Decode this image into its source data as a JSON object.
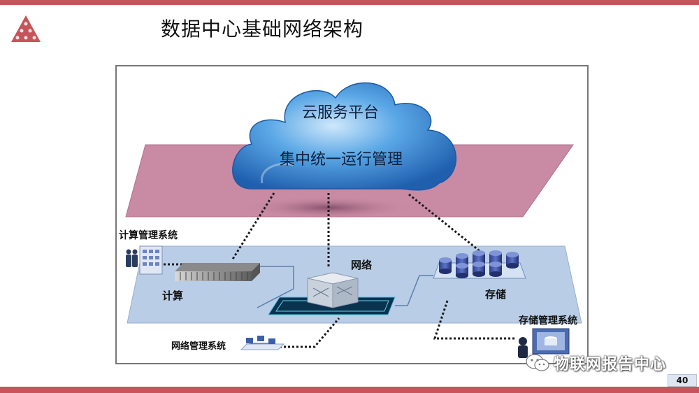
{
  "slide": {
    "title": "数据中心基础网络架构",
    "page_number": "40"
  },
  "diagram": {
    "cloud_top": "云服务平台",
    "cloud_main": "集中统一运行管理",
    "compute_management": "计算管理系统",
    "compute": "计算",
    "network": "网络",
    "storage": "存储",
    "storage_management": "存储管理系统",
    "network_management": "网络管理系统"
  },
  "watermark": {
    "text": "物联网报告中心",
    "icon": "wechat-icon"
  },
  "colors": {
    "accent_bar": "#c5555a",
    "upper_plane": "#c98aa3",
    "lower_plane": "#b9cde6",
    "cloud": "#4a98dd",
    "switch_plate": "#0a3350"
  }
}
